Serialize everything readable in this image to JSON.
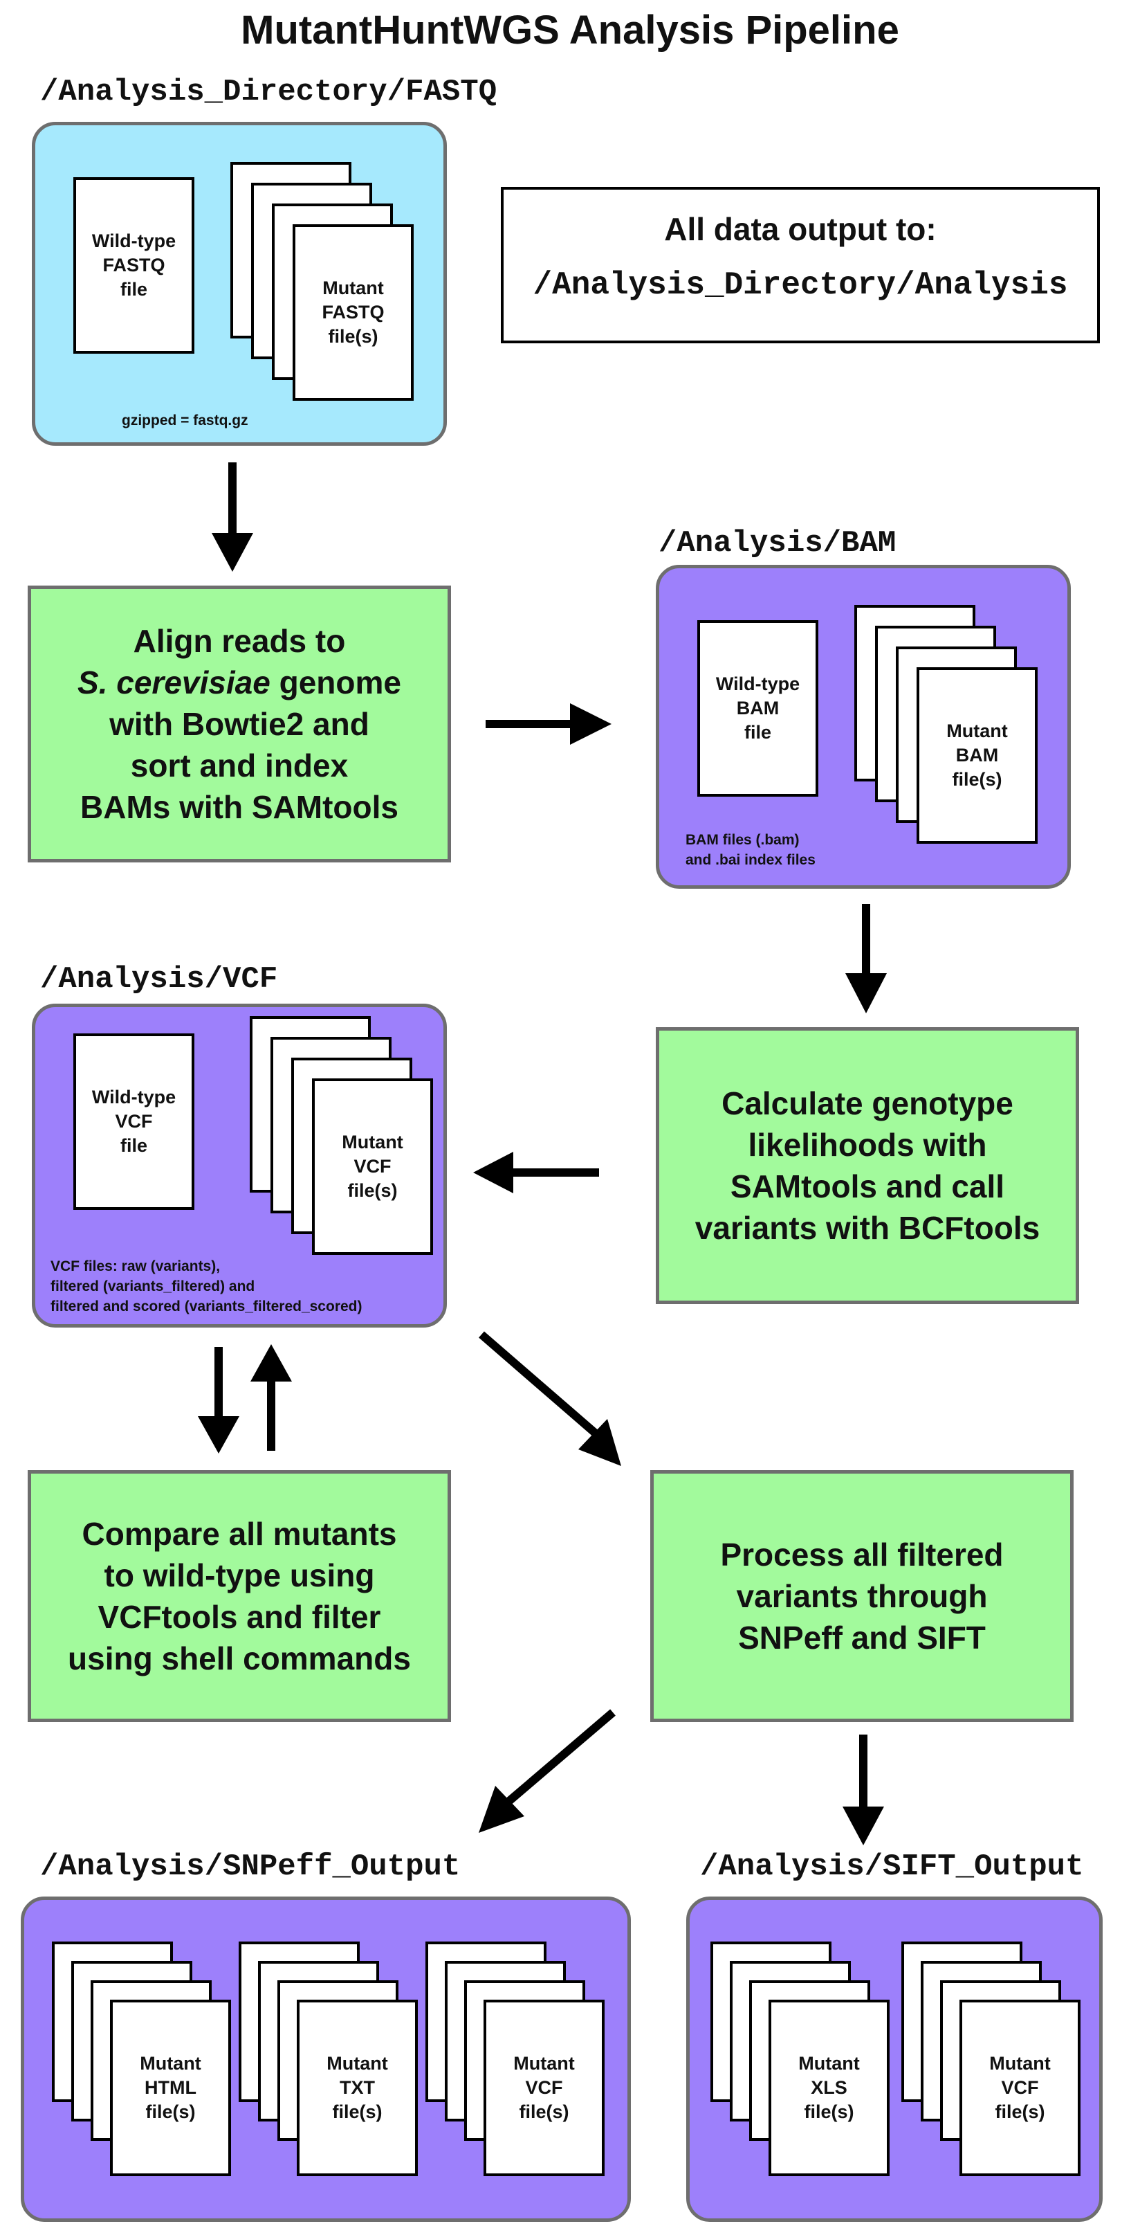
{
  "title": "MutantHuntWGS Analysis Pipeline",
  "output_note": {
    "line1": "All data output to:",
    "line2": "/Analysis_Directory/Analysis"
  },
  "fastq": {
    "path": "/Analysis_Directory/FASTQ",
    "wt_label": "Wild-type\nFASTQ\nfile",
    "mut_label": "Mutant\nFASTQ\nfile(s)",
    "note": "gzipped = fastq.gz"
  },
  "align_step": {
    "line1": "Align reads to",
    "line2_italic": "S. cerevisiae",
    "line2_rest": " genome",
    "line3": "with Bowtie2 and",
    "line4": "sort and index",
    "line5": "BAMs with SAMtools"
  },
  "bam": {
    "path": "/Analysis/BAM",
    "wt_label": "Wild-type\nBAM\nfile",
    "mut_label": "Mutant\nBAM\nfile(s)",
    "note": "BAM files (.bam)\nand .bai index files"
  },
  "genotype_step": {
    "text": "Calculate genotype\nlikelihoods with\nSAMtools and call\nvariants with BCFtools"
  },
  "vcf": {
    "path": "/Analysis/VCF",
    "wt_label": "Wild-type\nVCF\nfile",
    "mut_label": "Mutant\nVCF\nfile(s)",
    "note": "VCF files: raw (variants),\nfiltered (variants_filtered) and\nfiltered and scored  (variants_filtered_scored)"
  },
  "compare_step": {
    "text": "Compare all mutants\nto wild-type using\nVCFtools and filter\nusing shell commands"
  },
  "process_step": {
    "text": "Process all filtered\nvariants through\nSNPeff and SIFT"
  },
  "snpeff": {
    "path": "/Analysis/SNPeff_Output",
    "html_label": "Mutant\nHTML\nfile(s)",
    "txt_label": "Mutant\nTXT\nfile(s)",
    "vcf_label": "Mutant\nVCF\nfile(s)"
  },
  "sift": {
    "path": "/Analysis/SIFT_Output",
    "xls_label": "Mutant\nXLS\nfile(s)",
    "vcf_label": "Mutant\nVCF\nfile(s)"
  },
  "colors": {
    "fastq_container": "#a6e9fd",
    "data_container": "#9d80fb",
    "process_step": "#a2fa9c",
    "border": "#6e6e6e",
    "arrow": "#000000"
  }
}
